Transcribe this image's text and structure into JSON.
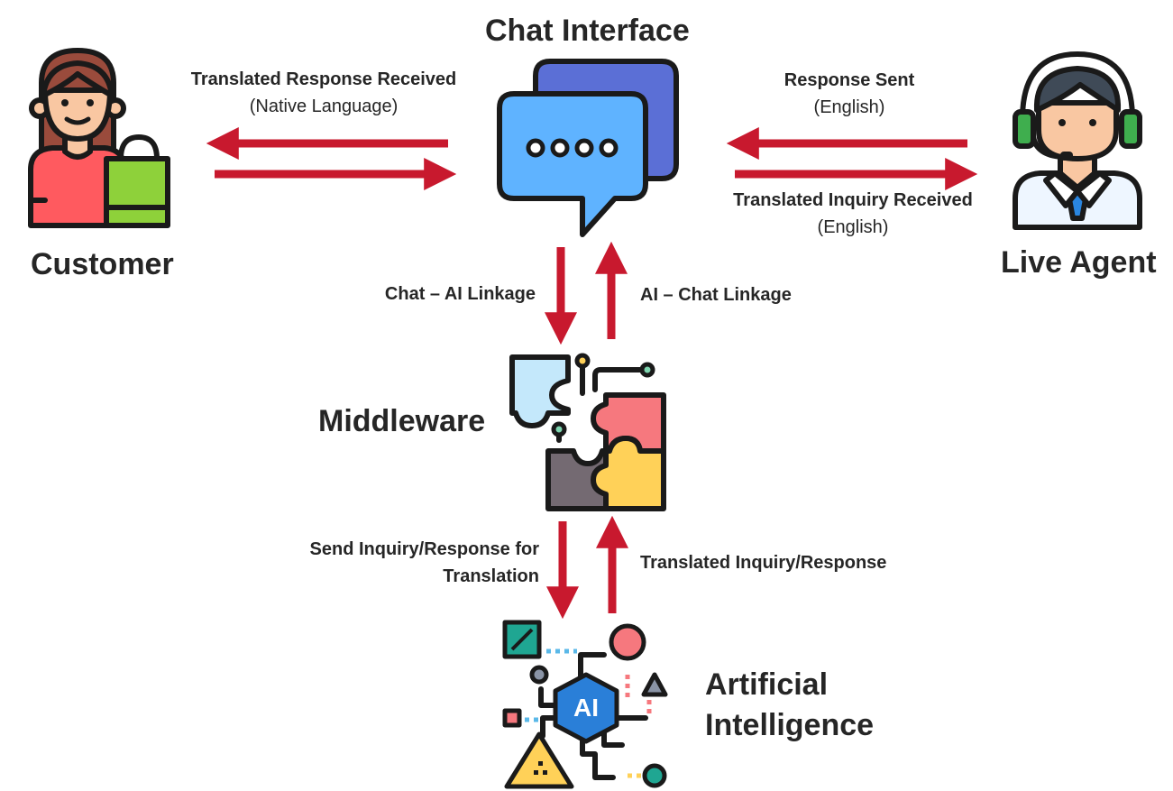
{
  "nodes": {
    "customer": "Customer",
    "chat_interface": "Chat Interface",
    "live_agent": "Live Agent",
    "middleware": "Middleware",
    "ai_line1": "Artificial",
    "ai_line2": "Intelligence"
  },
  "labels": {
    "translated_response_received": "Translated Response Received",
    "native_language": "(Native Language)",
    "response_sent": "Response Sent",
    "english_1": "(English)",
    "translated_inquiry_received": "Translated Inquiry Received",
    "english_2": "(English)",
    "chat_ai_linkage": "Chat – AI Linkage",
    "ai_chat_linkage": "AI – Chat Linkage",
    "send_inquiry_line1": "Send Inquiry/Response for",
    "send_inquiry_line2": "Translation",
    "translated_inquiry_response": "Translated Inquiry/Response"
  },
  "ai_chip_text": "AI",
  "colors": {
    "arrow": "#c8192e",
    "outline": "#1a1a1a",
    "chat_front": "#5fb3ff",
    "chat_back": "#5b6fd6",
    "puzzle_blue": "#c4e8fb",
    "puzzle_red": "#f6787e",
    "puzzle_gray": "#746a72",
    "puzzle_yellow": "#ffd158",
    "customer_shirt": "#ff5a5f",
    "customer_bag": "#8ed13a",
    "agent_hair": "#3f4a57",
    "agent_tie": "#2a86e0",
    "ai_chip": "#2a7fd8"
  },
  "icons": [
    "customer-icon",
    "chat-bubbles-icon",
    "live-agent-icon",
    "puzzle-icon",
    "ai-circuit-icon"
  ]
}
